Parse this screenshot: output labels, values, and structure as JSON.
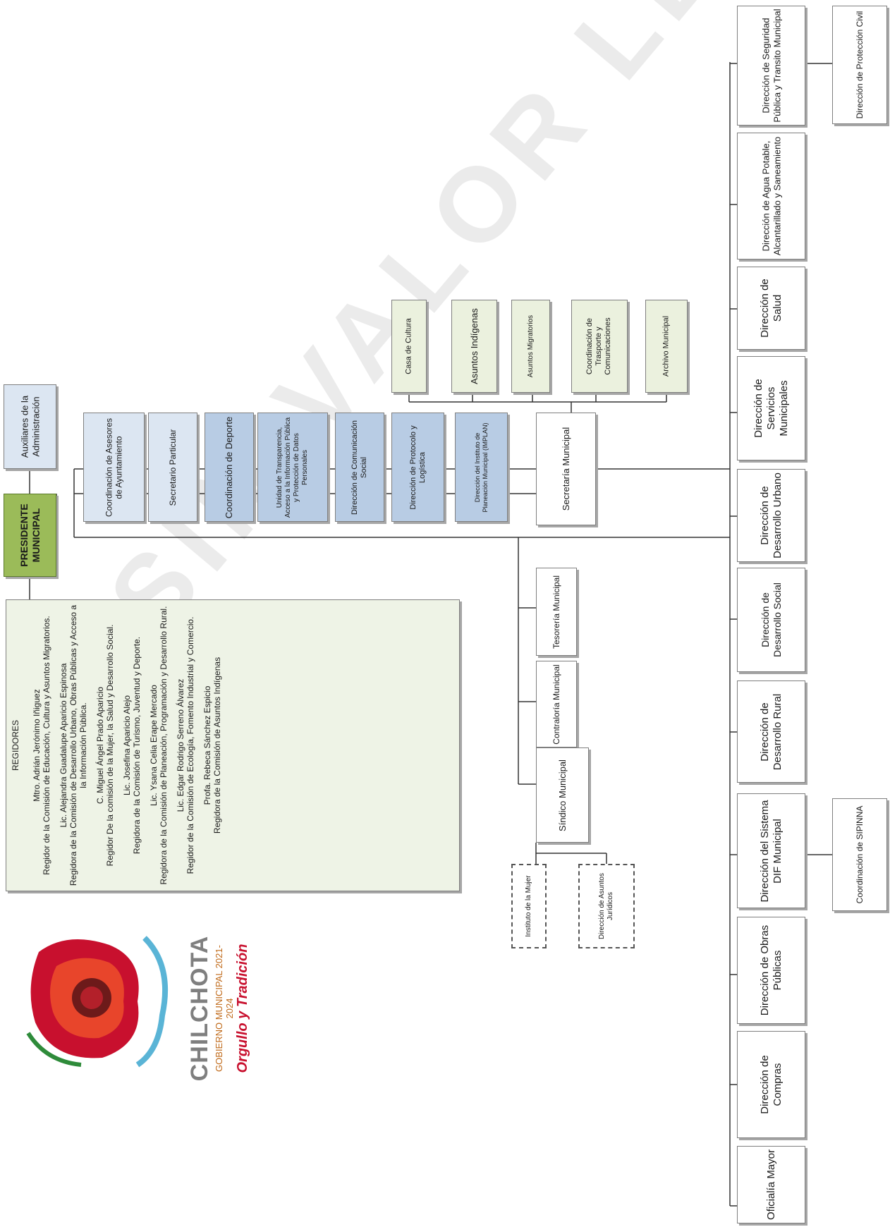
{
  "watermark": "SIN VALOR LEGAL",
  "president": "PRESIDENTE MUNICIPAL",
  "auxiliares": "Auxiliares de la Administración",
  "staff_units": [
    "Coordinación de Asesores de Ayuntamiento",
    "Secretario Particular",
    "Coordinación de Deporte",
    "Unidad de Transparencia, Acceso a la Información Pública y Protección de Datos Personales",
    "Dirección de Comunicación Social",
    "Dirección de Protocolo y Logística",
    "Dirección del Instituto de Planeación Municipal (IMPLAN)"
  ],
  "secretaria": "Secretaría Municipal",
  "secretaria_units": [
    "Casa de Cultura",
    "Asuntos Indígenas",
    "Asuntos Migratorios",
    "Coordinación de Trasporte y Comunicaciones",
    "Archivo Municipal"
  ],
  "tesoreria": "Tesorería Municipal",
  "contraloria": "Contraloría Municipal",
  "sindico": "Síndico Municipal",
  "sindico_units": [
    "Instituto de la Mujer",
    "Dirección de Asuntos Jurídicos"
  ],
  "direcciones": [
    "Oficialía Mayor",
    "Dirección de Compras",
    "Dirección de Obras Públicas",
    "Dirección del Sistema DIF Municipal",
    "Dirección de Desarrollo Rural",
    "Dirección de Desarrollo Social",
    "Dirección de Desarrollo Urbano",
    "Dirección de Servicios Municipales",
    "Dirección de Salud",
    "Dirección de Agua Potable, Alcantarillado y Saneamiento",
    "Dirección de Seguridad Pública y Transito Municipal"
  ],
  "sipinna": "Coordinación de SIPINNA",
  "proteccion_civil": "Dirección de Protección Civil",
  "regidores": {
    "title": "REGIDORES",
    "members": [
      {
        "name": "Mtro. Adrián Jerónimo Iñiguez",
        "commission": "Regidor de la Comisión de Educación, Cultura y Asuntos Migratorios."
      },
      {
        "name": "Lic. Alejandra Guadalupe Aparicio Espinosa",
        "commission": "Regidora de la Comisión de Desarrollo Urbano, Obras Públicas y Acceso a la Información Pública."
      },
      {
        "name": "C. Miguel Ángel Prado Aparicio",
        "commission": "Regidor De la comisión de la Mujer, la Salud y Desarrollo Social."
      },
      {
        "name": "Lic. Josefina Aparicio Alejo",
        "commission": "Regidora de la Comisión de Turismo, Juventud y Deporte."
      },
      {
        "name": "Lic. Ysana Celia Erape Mercado",
        "commission": "Regidora de la Comisión de Planeación, Programación y Desarrollo Rural."
      },
      {
        "name": "Lic. Edgar Rodrigo Serreno Álvarez",
        "commission": "Regidor de la Comisión de Ecología, Fomento Industrial y Comercio."
      },
      {
        "name": "Profa. Rebeca Sánchez Espicio",
        "commission": "Regidora de la Comisión de Asuntos Indígenas"
      }
    ]
  },
  "logo": {
    "title": "CHILCHOTA",
    "subtitle": "GOBIERNO MUNICIPAL 2021-2024",
    "slogan": "Orgullo y Tradición"
  }
}
